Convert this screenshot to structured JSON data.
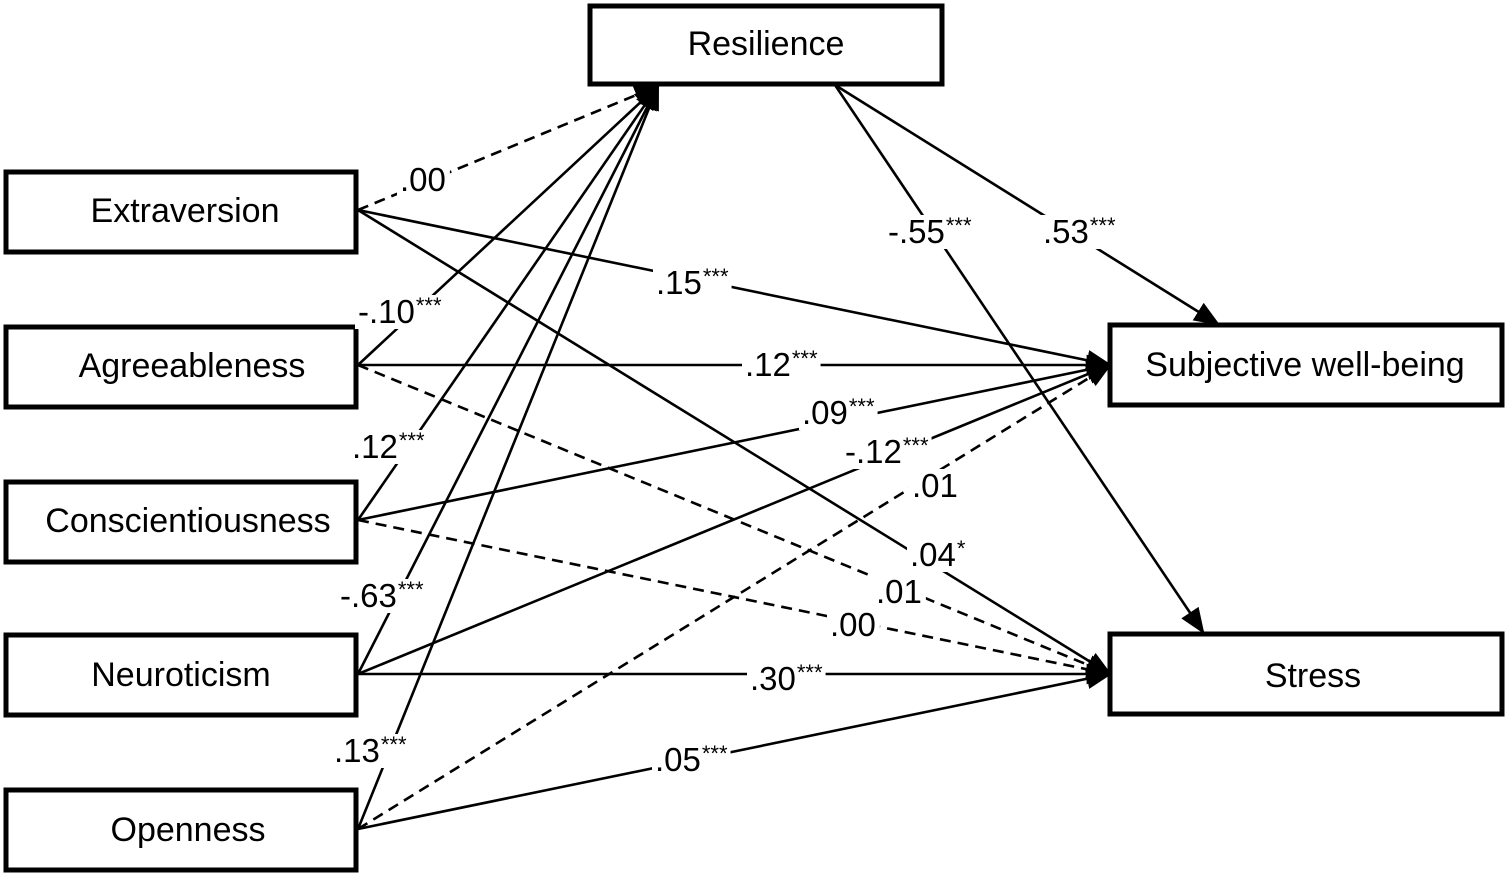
{
  "diagram": {
    "nodes": {
      "resilience": "Resilience",
      "extraversion": "Extraversion",
      "agreeableness": "Agreeableness",
      "conscientiousness": "Conscientiousness",
      "neuroticism": "Neuroticism",
      "openness": "Openness",
      "swb": "Subjective well-being",
      "stress": "Stress"
    },
    "edges": [
      {
        "id": "ext-res",
        "from": "extraversion",
        "to": "resilience",
        "coef": ".00",
        "sig": "",
        "style": "dashed"
      },
      {
        "id": "agr-res",
        "from": "agreeableness",
        "to": "resilience",
        "coef": "-.10",
        "sig": "***",
        "style": "solid"
      },
      {
        "id": "con-res",
        "from": "conscientiousness",
        "to": "resilience",
        "coef": ".12",
        "sig": "***",
        "style": "solid"
      },
      {
        "id": "neu-res",
        "from": "neuroticism",
        "to": "resilience",
        "coef": "-.63",
        "sig": "***",
        "style": "solid"
      },
      {
        "id": "ope-res",
        "from": "openness",
        "to": "resilience",
        "coef": ".13",
        "sig": "***",
        "style": "solid"
      },
      {
        "id": "res-swb",
        "from": "resilience",
        "to": "swb",
        "coef": ".53",
        "sig": "***",
        "style": "solid"
      },
      {
        "id": "res-str",
        "from": "resilience",
        "to": "stress",
        "coef": "-.55",
        "sig": "***",
        "style": "solid"
      },
      {
        "id": "ext-swb",
        "from": "extraversion",
        "to": "swb",
        "coef": ".15",
        "sig": "***",
        "style": "solid"
      },
      {
        "id": "agr-swb",
        "from": "agreeableness",
        "to": "swb",
        "coef": ".12",
        "sig": "***",
        "style": "solid"
      },
      {
        "id": "con-swb",
        "from": "conscientiousness",
        "to": "swb",
        "coef": ".09",
        "sig": "***",
        "style": "solid"
      },
      {
        "id": "neu-swb",
        "from": "neuroticism",
        "to": "swb",
        "coef": "-.12",
        "sig": "***",
        "style": "solid"
      },
      {
        "id": "ope-swb",
        "from": "openness",
        "to": "swb",
        "coef": ".01",
        "sig": "",
        "style": "dashed"
      },
      {
        "id": "ext-str",
        "from": "extraversion",
        "to": "stress",
        "coef": ".04",
        "sig": "*",
        "style": "solid"
      },
      {
        "id": "agr-str",
        "from": "agreeableness",
        "to": "stress",
        "coef": ".01",
        "sig": "",
        "style": "dashed"
      },
      {
        "id": "con-str",
        "from": "conscientiousness",
        "to": "stress",
        "coef": ".00",
        "sig": "",
        "style": "dashed"
      },
      {
        "id": "neu-str",
        "from": "neuroticism",
        "to": "stress",
        "coef": ".30",
        "sig": "***",
        "style": "solid"
      },
      {
        "id": "ope-str",
        "from": "openness",
        "to": "stress",
        "coef": ".05",
        "sig": "***",
        "style": "solid"
      }
    ]
  }
}
